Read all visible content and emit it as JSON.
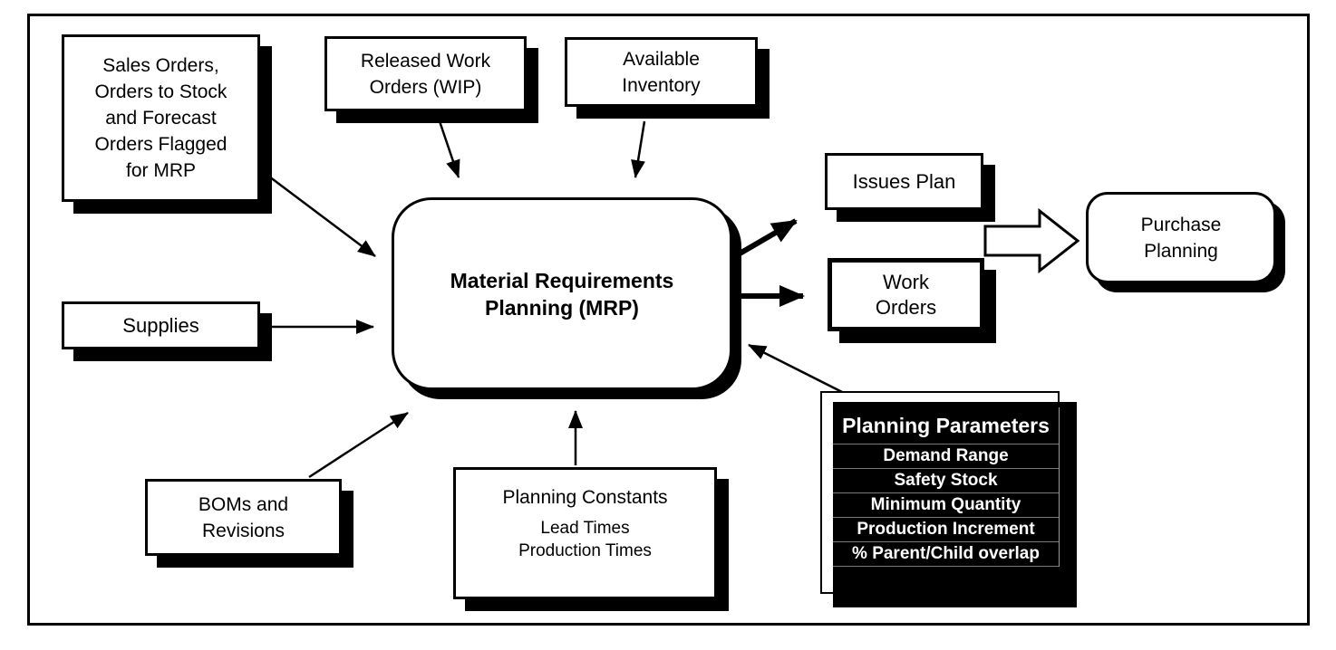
{
  "diagram": {
    "title": "Material Requirements Planning flow diagram",
    "nodes": {
      "sales_orders": "Sales Orders,\nOrders to Stock\nand Forecast\nOrders Flagged\nfor MRP",
      "released_work_orders": "Released Work\nOrders (WIP)",
      "available_inventory": "Available\nInventory",
      "mrp": "Material Requirements\nPlanning (MRP)",
      "supplies": "Supplies",
      "boms": "BOMs and\nRevisions",
      "planning_constants_title": "Planning Constants",
      "planning_constants_items": "Lead Times\nProduction Times",
      "issues_plan": "Issues Plan",
      "work_orders": "Work\nOrders",
      "purchase_planning": "Purchase\nPlanning",
      "planning_parameters": {
        "title": "Planning Parameters",
        "rows": [
          "Demand Range",
          "Safety Stock",
          "Minimum Quantity",
          "Production Increment",
          "% Parent/Child overlap"
        ]
      }
    },
    "colors": {
      "ink": "#000000",
      "paper": "#ffffff",
      "table_line": "#7a7a7a",
      "table_text": "#ffffff"
    }
  }
}
